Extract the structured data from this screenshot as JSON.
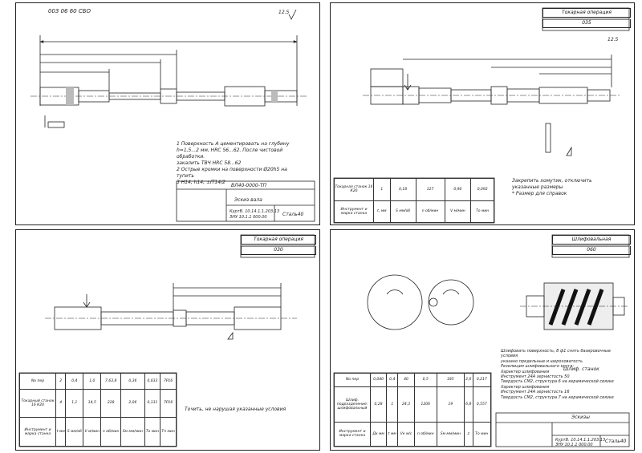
{
  "sheet1": {
    "stamp": "003 06 60 СБО",
    "roughness": "12.5",
    "notes": [
      "1  Поверхность А цементировать на глубину",
      "h=1,5...2 мм, HRC 56...62. После чистовой",
      "обработки.",
      "закалить ТВЧ HRC 58...62",
      "2  Острые кромки на поверхности Ø20h5 на",
      "тупить",
      "3  H14, h14, ±IT14/2"
    ],
    "block_code": "ВЛ40-0000-ТП",
    "title": "Эскиз вала",
    "doc_code": "КуртВ. 10.14.1.1.203.13",
    "doc_code2": "ЗНУ 10.1.1 000.00",
    "material": "Сталь40"
  },
  "sheet2": {
    "operation": "Токарная операция",
    "op_number": "035",
    "roughness": "12.5",
    "notes": [
      "Закрепить хомутик, отключить",
      "указанные размеры",
      "* Размер для справок"
    ],
    "table": {
      "rows": [
        [
          "Токарная станок 16 К20",
          "1",
          "0,18",
          "127",
          "0,90",
          "0,092"
        ],
        [
          "Инструмент и марка станка",
          "t, мм",
          "S мм/об",
          "n об/мин",
          "V м/мин",
          "То мин"
        ]
      ]
    }
  },
  "sheet3": {
    "operation": "Токарная операция",
    "op_number": "030",
    "note": "Точить, не нарушая указанные условия",
    "table": {
      "rows": [
        [
          "Nо пер",
          "2",
          "0,4",
          "1,0",
          "7,63,8",
          "0,36",
          "0,033",
          "7Р16"
        ],
        [
          "Токарный станок 16 К20",
          "4",
          "1,1",
          "14,5",
          "228",
          "2,06",
          "0,131",
          "7Р16"
        ],
        [
          "Инструмент и марка станка",
          "t мм",
          "S мм/об",
          "V м/мин",
          "n об/мин",
          "Sм мм/мин",
          "То мин",
          "Тп мин"
        ]
      ]
    }
  },
  "sheet4": {
    "operation": "Шлифовальная",
    "op_number": "060",
    "notes": [
      "Шлифовать поверхность, 8 ф1 снять базировочные",
      "условия",
      "указано предельные и шероховатость",
      "",
      "Резолюция шлифовального круга:",
      "Характер шлифования",
      "Инструмент 24А зернистость 50",
      "Твердость СМ2, структура 6 на керамической связке",
      "Характер шлифования",
      "Инструмент 24А зернистость 16",
      "Твердость СМ2, структура 7 на керамической связке"
    ],
    "circle_label": "Шлиф. станок",
    "table": {
      "rows": [
        [
          "Nо пер",
          "0,040",
          "0,4",
          "40",
          "0,5",
          "185",
          "2,6",
          "0,217"
        ],
        [
          "Шлиф. подразделение: шлифовальный",
          "0,28",
          "1",
          "24,3",
          "1206",
          "19",
          "6,8",
          "0,557"
        ],
        [
          "Инструмент и марка станка",
          "Дк мм",
          "t мм",
          "Vк м/с",
          "n об/мин",
          "Sм мм/мин",
          "z",
          "То мин"
        ]
      ]
    },
    "title": "Эскизы",
    "doc_code": "КуртВ. 10.14.1.1.203.13",
    "doc_code2": "ЗНУ 10.1.1 000.00",
    "material": "Сталь40"
  }
}
